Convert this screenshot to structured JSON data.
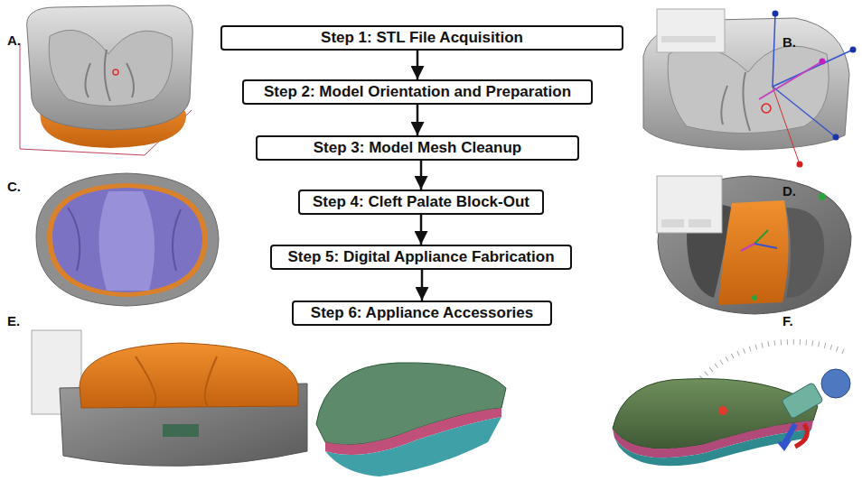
{
  "diagram": {
    "nodes": [
      {
        "text": [
          "Step 1: STL File  Acquisition"
        ]
      },
      {
        "text": [
          "Step 2: Model Orientation and Preparation"
        ]
      },
      {
        "text": [
          "Step 3: Model Mesh Cleanup"
        ]
      },
      {
        "text": [
          "Step 4: Cleft Palate Block-Out"
        ]
      },
      {
        "text": [
          "Step 5: Digital Appliance Fabrication"
        ]
      },
      {
        "text": [
          "Step 6: Appliance Accessories"
        ]
      }
    ],
    "edges": [
      {
        "from": 0,
        "to": 1,
        "arrow": "to"
      },
      {
        "from": 1,
        "to": 2,
        "arrow": "to"
      },
      {
        "from": 2,
        "to": 3,
        "arrow": "to"
      },
      {
        "from": 3,
        "to": 4,
        "arrow": "to"
      },
      {
        "from": 4,
        "to": 5,
        "arrow": "to"
      }
    ],
    "labels": [
      "A.",
      "B.",
      "C.",
      "D.",
      "E.",
      "F."
    ]
  }
}
